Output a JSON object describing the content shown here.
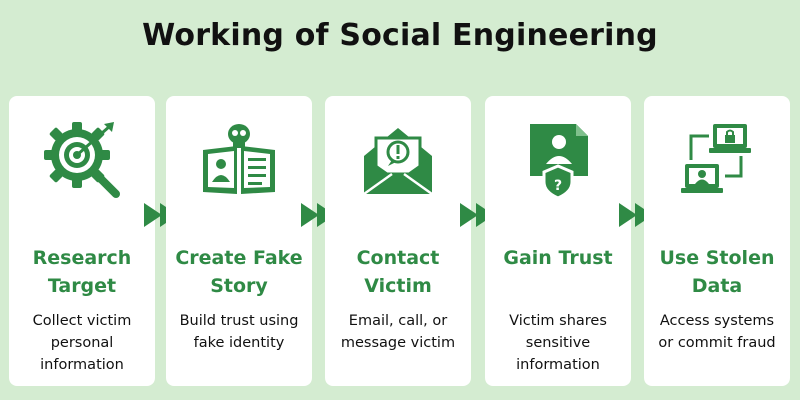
{
  "title": "Working of Social Engineering",
  "colors": {
    "background": "#d4ecd1",
    "card": "#ffffff",
    "accent": "#2f8a45",
    "text": "#111111"
  },
  "steps": [
    {
      "heading": "Research\nTarget",
      "description": "Collect victim\npersonal\ninformation",
      "icon": "target-magnifier-icon"
    },
    {
      "heading": "Create Fake\nStory",
      "description": "Build trust using\nfake identity",
      "icon": "skull-book-icon"
    },
    {
      "heading": "Contact\nVictim",
      "description": "Email, call, or\nmessage victim",
      "icon": "envelope-alert-icon"
    },
    {
      "heading": "Gain Trust",
      "description": "Victim shares\nsensitive\ninformation",
      "icon": "user-document-shield-icon"
    },
    {
      "heading": "Use Stolen\nData",
      "description": "Access systems\nor commit fraud",
      "icon": "laptops-lock-icon"
    }
  ],
  "connector_icon": "double-chevron-right-icon"
}
